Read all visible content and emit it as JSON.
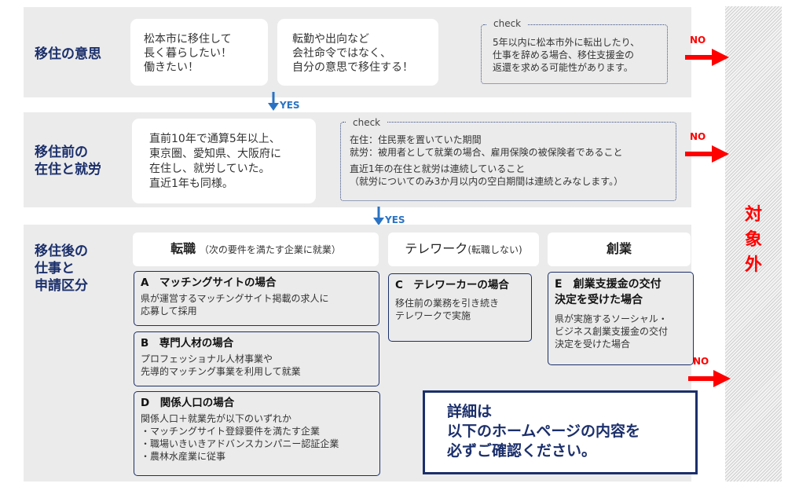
{
  "section1": {
    "title": "移住の意思",
    "box1": [
      "松本市に移住して",
      "長く暮らしたい！",
      "働きたい！"
    ],
    "box2": [
      "転勤や出向など",
      "会社命令ではなく、",
      "自分の意思で移住する！"
    ],
    "check_label": "check",
    "check": [
      "5年以内に松本市外に転出したり、",
      "仕事を辞める場合、移住支援金の",
      "返還を求める可能性があります。"
    ],
    "no_label": "NO"
  },
  "yes1": "YES",
  "section2": {
    "title": [
      "移住前の",
      "在住と就労"
    ],
    "box1": [
      "直前10年で通算5年以上、",
      "東京圏、愛知県、大阪府に",
      "在住し、就労していた。",
      "直近1年も同様。"
    ],
    "check_label": "check",
    "check": [
      "在住：住民票を置いていた期間",
      "就労：被用者として就業の場合、雇用保険の被保険者であること",
      "直近1年の在住と就労は連続していること",
      "（就労についてのみ3か月以内の空白期間は連続とみなします。）"
    ],
    "no_label": "NO"
  },
  "yes2": "YES",
  "section3": {
    "title": [
      "移住後の",
      "仕事と",
      "申請区分"
    ],
    "headers": {
      "tenshoku": {
        "main": "転職",
        "sub": "（次の要件を満たす企業に就業）"
      },
      "telework": {
        "main": "テレワーク",
        "sub": "(転職しない)"
      },
      "sogyo": {
        "main": "創業"
      }
    },
    "cards": {
      "A": {
        "title": "A　マッチングサイトの場合",
        "body": [
          "県が運営するマッチングサイト掲載の求人に",
          "応募して採用"
        ]
      },
      "B": {
        "title": "B　専門人材の場合",
        "body": [
          "プロフェッショナル人材事業や",
          "先導的マッチング事業を利用して就業"
        ]
      },
      "C": {
        "title": "C　テレワーカーの場合",
        "body": [
          "移住前の業務を引き続き",
          "テレワークで実施"
        ]
      },
      "D": {
        "title": "D　関係人口の場合",
        "body": [
          "関係人口＋就業先が以下のいずれか",
          "・マッチングサイト登録要件を満たす企業",
          "・職場いきいきアドバンスカンパニー認証企業",
          "・農林水産業に従事"
        ]
      },
      "E": {
        "title": [
          "E　創業支援金の交付",
          "決定を受けた場合"
        ],
        "body": [
          "県が実施するソーシャル・",
          "ビジネス創業支援金の交付",
          "決定を受けた場合"
        ]
      }
    },
    "no_label": "NO"
  },
  "detail_note": [
    "詳細は",
    "以下のホームページの内容を",
    "必ずご確認ください。"
  ],
  "out_of_scope": [
    "対",
    "象",
    "外"
  ],
  "colors": {
    "navy": "#1b2f6b",
    "red": "#ff0000",
    "blue": "#2a73c4",
    "panel": "#ebebeb"
  }
}
